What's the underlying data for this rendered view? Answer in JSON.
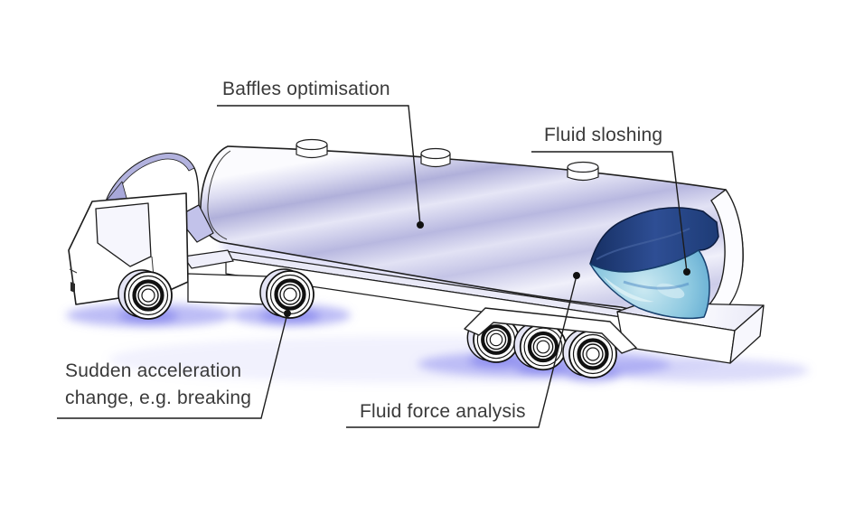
{
  "diagram": {
    "subject": "Tanker truck fluid sloshing simulation",
    "background": "#ffffff",
    "colors": {
      "outline": "#1c1c1c",
      "label_text": "#3a3a3a",
      "tank_sheen_lavender": "#b8b8e0",
      "fluid_surface_navy": "#1c3a74",
      "fluid_body_cyan": "#8cc8e0",
      "ground_glow": "#7a7aee"
    },
    "labels": {
      "baffles": {
        "text": "Baffles optimisation"
      },
      "sloshing": {
        "text": "Fluid sloshing"
      },
      "acceleration": {
        "line1": "Sudden acceleration",
        "line2": "change, e.g. breaking"
      },
      "force": {
        "text": "Fluid force analysis"
      }
    }
  }
}
